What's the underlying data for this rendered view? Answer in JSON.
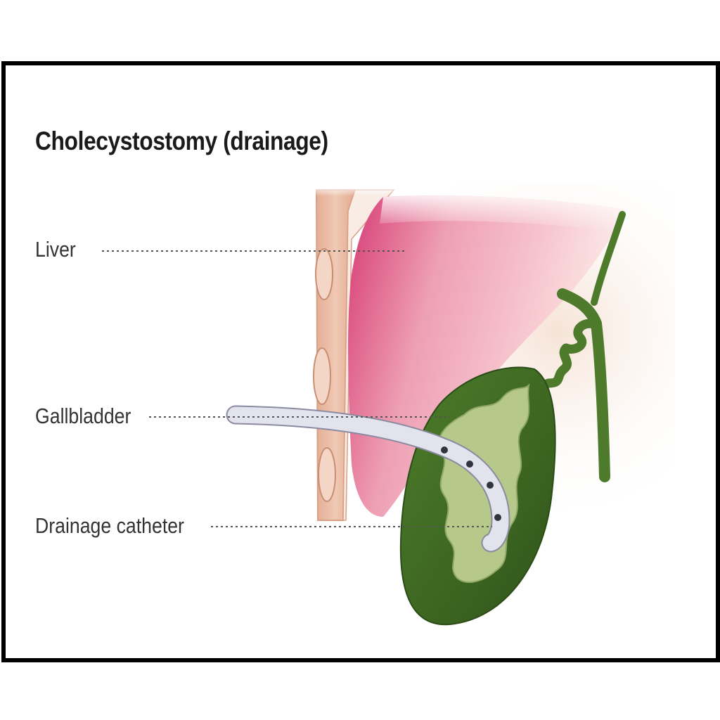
{
  "title": "Cholecystostomy (drainage)",
  "labels": {
    "liver": "Liver",
    "gallbladder": "Gallbladder",
    "catheter": "Drainage catheter"
  },
  "colors": {
    "liver": "#d9457a",
    "gallbladder_wall": "#3f6b23",
    "gallbladder_inner": "#b6c98a",
    "bile_duct": "#4e7a2c",
    "catheter": "#e3e3ee",
    "abdominal_wall": "#e8b9a0",
    "frame": "#000000"
  }
}
